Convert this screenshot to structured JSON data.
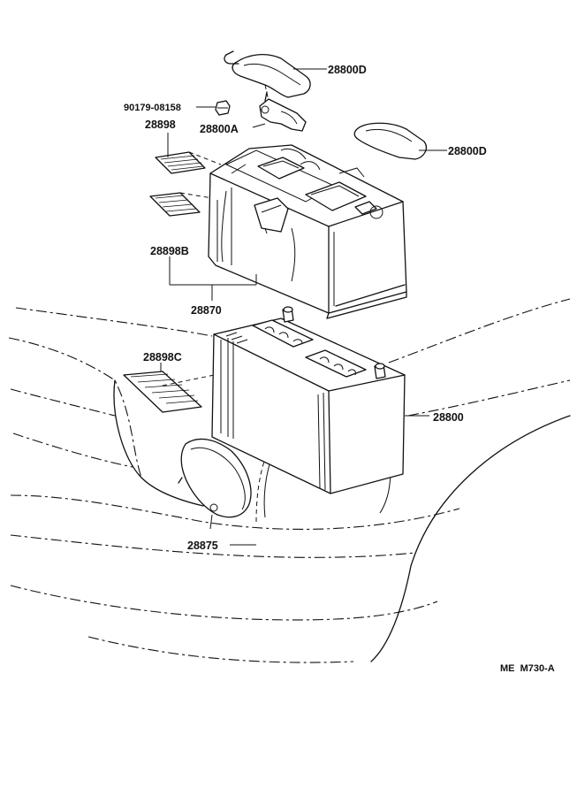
{
  "diagram": {
    "parts": {
      "cover_top": "28800D",
      "cover_right": "28800D",
      "bolt_number": "90179-08158",
      "clamp": "28800A",
      "label_upper": "28898",
      "label_mid": "28898B",
      "label_low": "28898C",
      "insulator_group": "28870",
      "battery": "28800",
      "carrier": "28875"
    },
    "drawing_code": "ME  M730-A"
  }
}
